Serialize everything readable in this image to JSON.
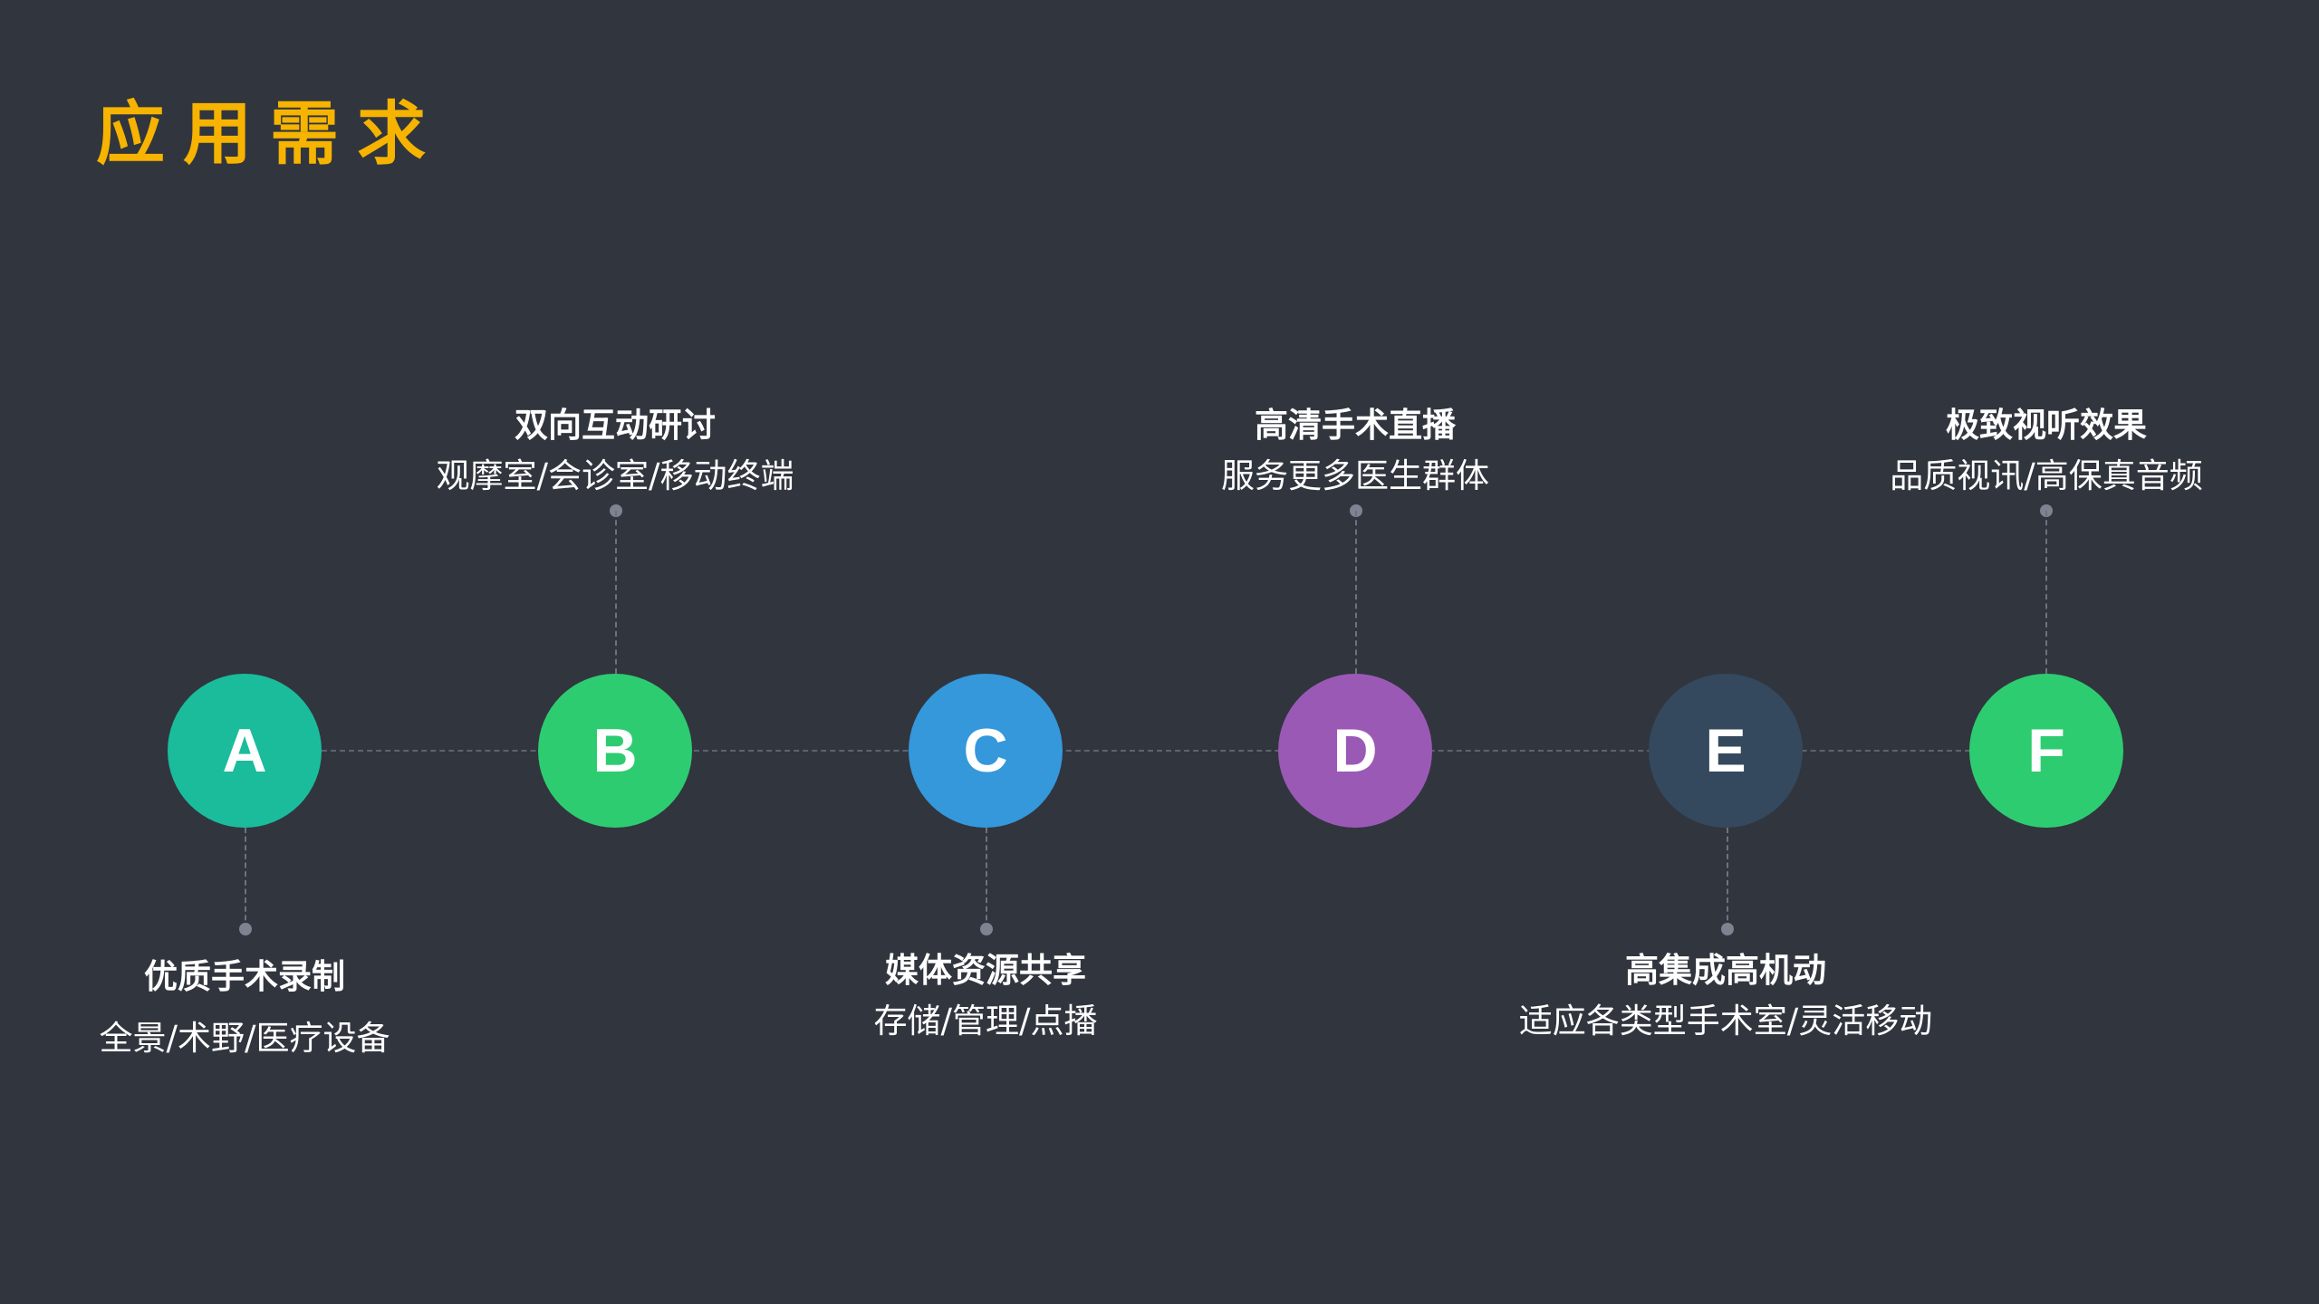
{
  "title": "应用需求",
  "colors": {
    "background": "#31353e",
    "title": "#f6b400",
    "node_a": "#1abc9c",
    "node_b": "#2ecc71",
    "node_c": "#3498db",
    "node_d": "#9b59b6",
    "node_e": "#34495e",
    "node_f": "#2ecc71"
  },
  "items": [
    {
      "letter": "A",
      "title": "优质手术录制",
      "subtitle": "全景/术野/医疗设备"
    },
    {
      "letter": "B",
      "title": "双向互动研讨",
      "subtitle": "观摩室/会诊室/移动终端"
    },
    {
      "letter": "C",
      "title": "媒体资源共享",
      "subtitle": "存储/管理/点播"
    },
    {
      "letter": "D",
      "title": "高清手术直播",
      "subtitle": "服务更多医生群体"
    },
    {
      "letter": "E",
      "title": "高集成高机动",
      "subtitle": "适应各类型手术室/灵活移动"
    },
    {
      "letter": "F",
      "title": "极致视听效果",
      "subtitle": "品质视讯/高保真音频"
    }
  ]
}
